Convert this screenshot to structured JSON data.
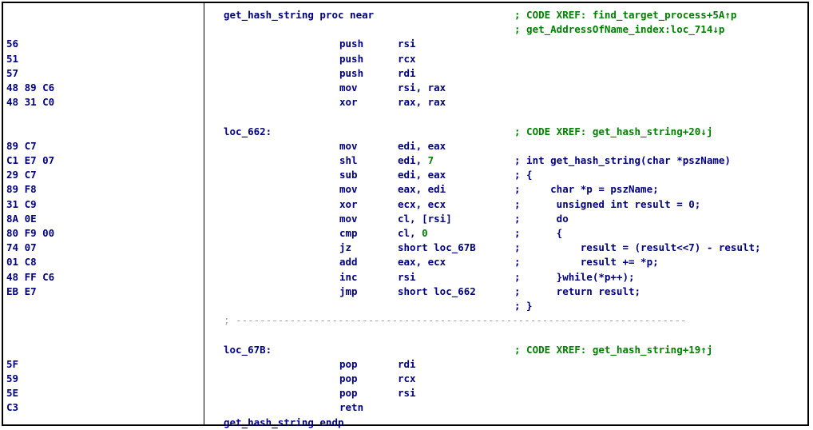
{
  "colors": {
    "code": "#000080",
    "comment": "#008000",
    "number": "#008000",
    "separator": "#a0a0a0",
    "frame": "#000000",
    "background": "#ffffff"
  },
  "lines": [
    {
      "label": "get_hash_string proc near",
      "comment": "; CODE XREF: find_target_process+5A↑p"
    },
    {
      "comment": "; get_AddressOfName_index:loc_714↓p"
    },
    {
      "bytes": "56",
      "mnemonic": "push",
      "operands": "rsi"
    },
    {
      "bytes": "51",
      "mnemonic": "push",
      "operands": "rcx"
    },
    {
      "bytes": "57",
      "mnemonic": "push",
      "operands": "rdi"
    },
    {
      "bytes": "48 89 C6",
      "mnemonic": "mov",
      "operands": "rsi, rax"
    },
    {
      "bytes": "48 31 C0",
      "mnemonic": "xor",
      "operands": "rax, rax"
    },
    {},
    {
      "label": "loc_662:",
      "comment": "; CODE XREF: get_hash_string+20↓j"
    },
    {
      "bytes": "89 C7",
      "mnemonic": "mov",
      "operands": "edi, eax"
    },
    {
      "bytes": "C1 E7 07",
      "mnemonic": "shl",
      "operands": "edi, ",
      "operand_num": "7",
      "code_comment": "; int get_hash_string(char *pszName)"
    },
    {
      "bytes": "29 C7",
      "mnemonic": "sub",
      "operands": "edi, eax",
      "code_comment": "; {"
    },
    {
      "bytes": "89 F8",
      "mnemonic": "mov",
      "operands": "eax, edi",
      "code_comment": ";     char *p = pszName;"
    },
    {
      "bytes": "31 C9",
      "mnemonic": "xor",
      "operands": "ecx, ecx",
      "code_comment": ";      unsigned int result = 0;"
    },
    {
      "bytes": "8A 0E",
      "mnemonic": "mov",
      "operands": "cl, [rsi]",
      "code_comment": ";      do"
    },
    {
      "bytes": "80 F9 00",
      "mnemonic": "cmp",
      "operands": "cl, ",
      "operand_num": "0",
      "code_comment": ";      {"
    },
    {
      "bytes": "74 07",
      "mnemonic": "jz",
      "operands": "short loc_67B",
      "code_comment": ";          result = (result<<7) - result;"
    },
    {
      "bytes": "01 C8",
      "mnemonic": "add",
      "operands": "eax, ecx",
      "code_comment": ";          result += *p;"
    },
    {
      "bytes": "48 FF C6",
      "mnemonic": "inc",
      "operands": "rsi",
      "code_comment": ";      }while(*p++);"
    },
    {
      "bytes": "EB E7",
      "mnemonic": "jmp",
      "operands": "short loc_662",
      "code_comment": ";      return result;"
    },
    {
      "code_comment": "; }"
    },
    {
      "separator": "; ---------------------------------------------------------------------------"
    },
    {},
    {
      "label": "loc_67B:",
      "comment": "; CODE XREF: get_hash_string+19↑j"
    },
    {
      "bytes": "5F",
      "mnemonic": "pop",
      "operands": "rdi"
    },
    {
      "bytes": "59",
      "mnemonic": "pop",
      "operands": "rcx"
    },
    {
      "bytes": "5E",
      "mnemonic": "pop",
      "operands": "rsi"
    },
    {
      "bytes": "C3",
      "mnemonic": "retn"
    },
    {
      "label": "get_hash_string endp"
    }
  ]
}
